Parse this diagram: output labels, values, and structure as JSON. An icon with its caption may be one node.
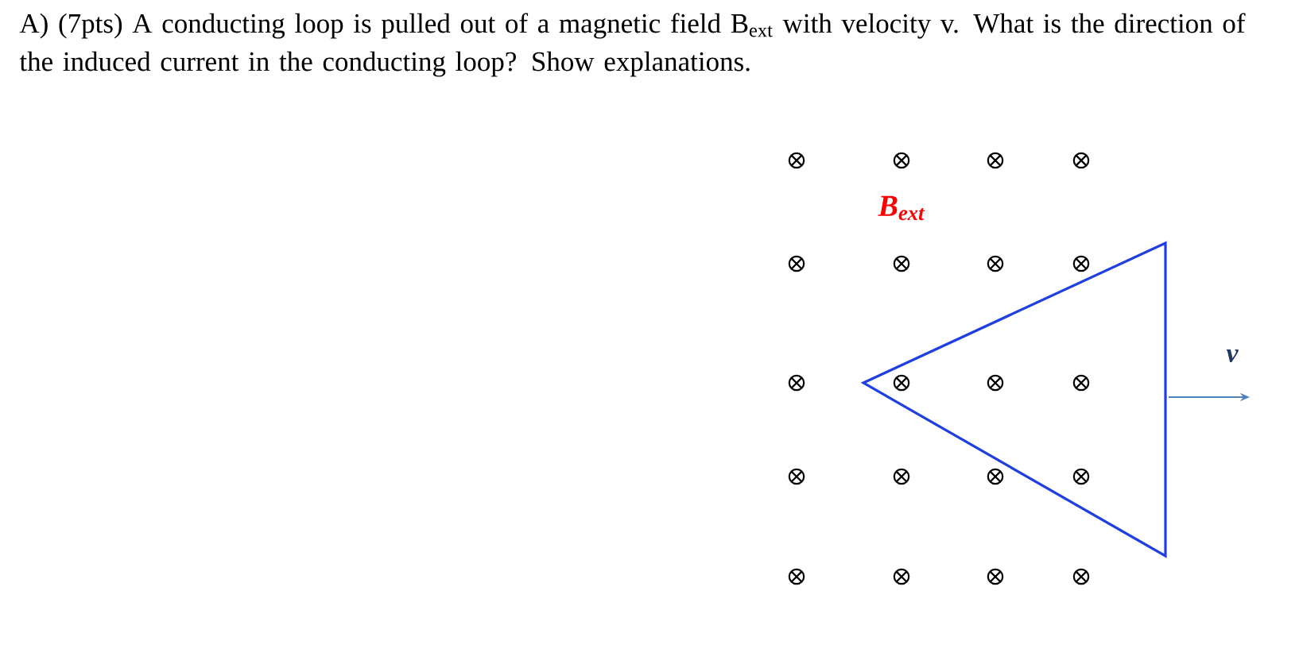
{
  "diagram": {
    "title": "A) (7pts) A conducting loop is pulled out of a magnetic field B$_{ext}$ with velocity v. What is the direction of the induced current in the conducting loop? Show explanations.",
    "labels": [
      "B$_{ext}$",
      "v"
    ]
  }
}
